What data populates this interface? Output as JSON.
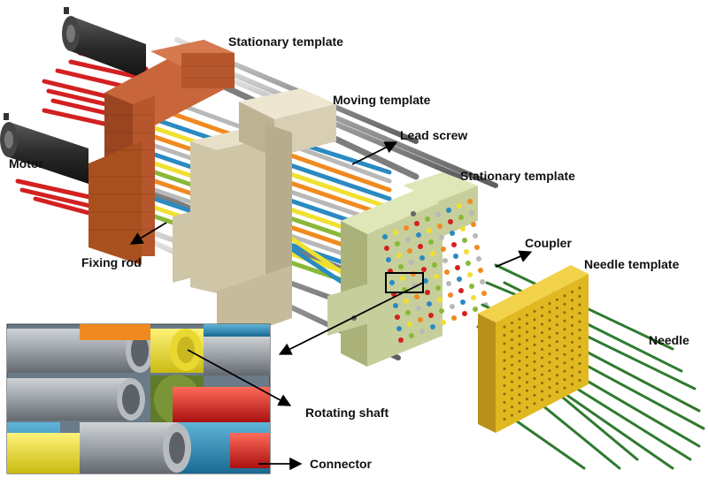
{
  "labels": {
    "stationary_template_top": "Stationary template",
    "moving_template": "Moving template",
    "lead_screw": "Lead screw",
    "stationary_template_right": "Stationary template",
    "motor": "Motor",
    "coupler": "Coupler",
    "needle_template": "Needle template",
    "fixing_rod": "Fixing rod",
    "needle": "Needle",
    "rotating_shaft": "Rotating shaft",
    "connector": "Connector"
  },
  "colors": {
    "brick": "#b5562d",
    "beige": "#d8ceb3",
    "green_plate": "#c6cf9c",
    "yellow_plate": "#e0b820",
    "needle_green": "#2f7a2f",
    "red_rod": "#d32020",
    "grey_rod": "#9a9a9a",
    "motor_dark": "#2a2a2a"
  }
}
